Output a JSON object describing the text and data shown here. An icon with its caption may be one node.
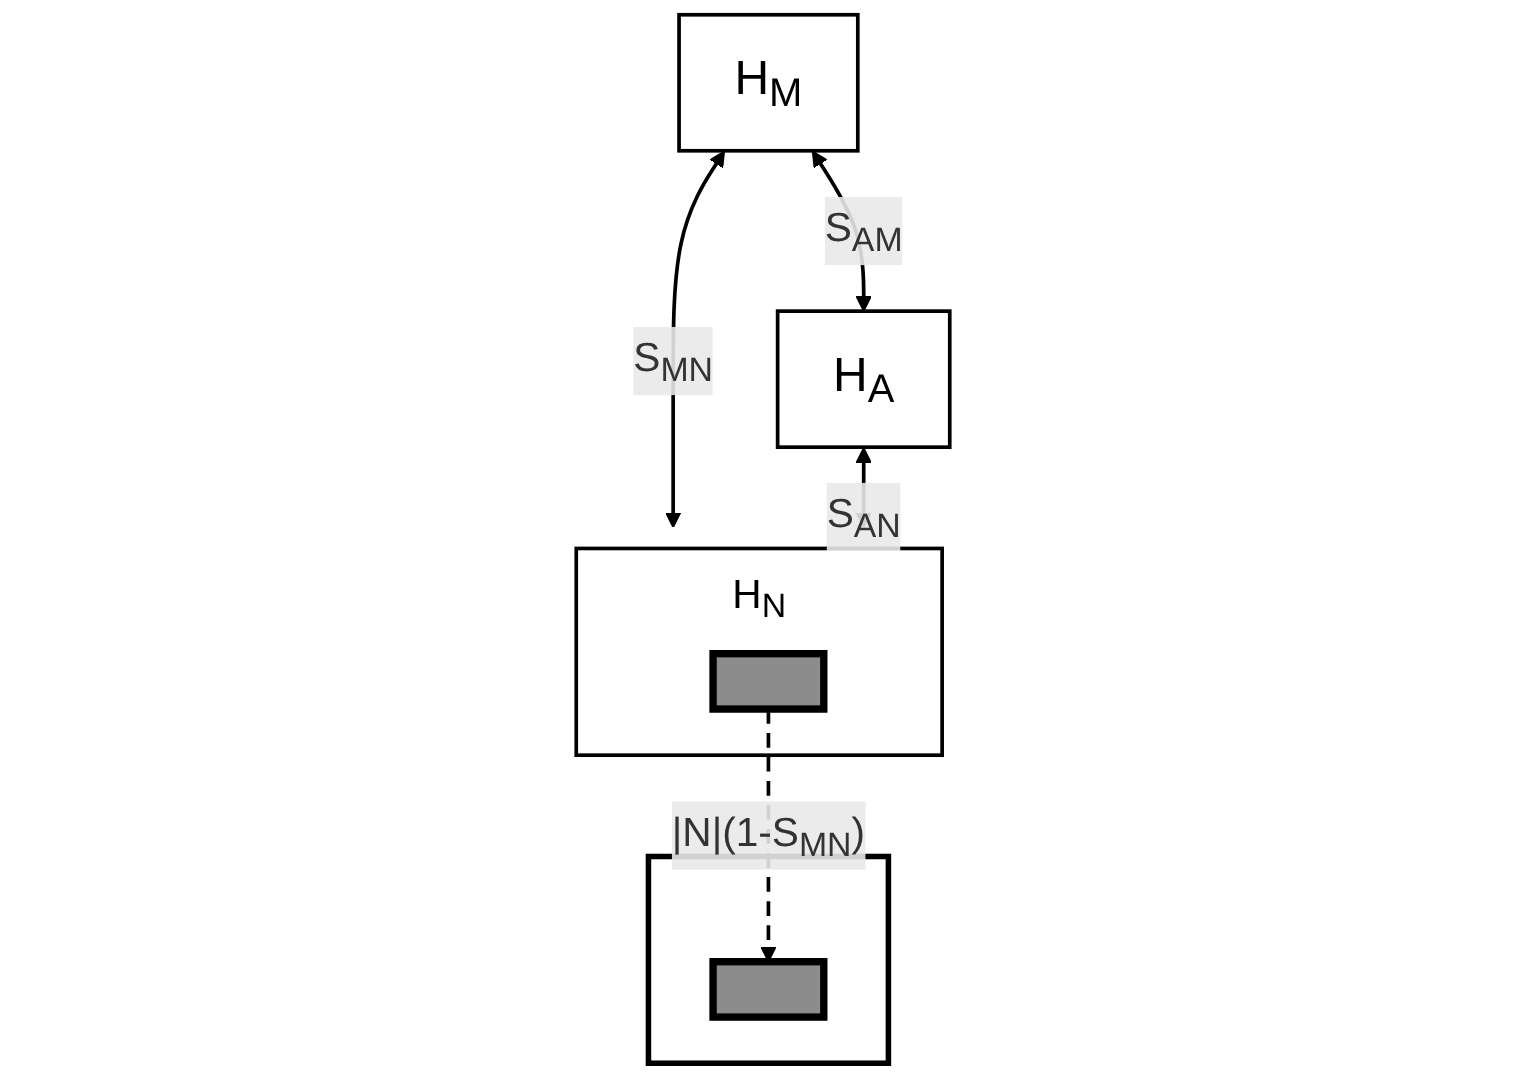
{
  "diagram": {
    "nodes": [
      {
        "text": [
          "H$_{M}$"
        ]
      },
      {
        "text": [
          "H$_{A}$"
        ]
      },
      {
        "text": [],
        "shape": "picture"
      },
      {
        "text": [],
        "shape": "box",
        "in": 2
      },
      {
        "text": [
          "H$_{N}$"
        ]
      },
      {
        "text": [],
        "shape": "box",
        "in": 4
      }
    ],
    "edges": [
      {
        "from": 0,
        "to": 1,
        "arrow": "both",
        "label": "S$_{AM}$"
      },
      {
        "from": 0,
        "to": 4,
        "arrow": "both",
        "label": "S$_{MN}$"
      },
      {
        "from": 5,
        "to": 3,
        "arrow": "to",
        "style": "dashed",
        "label": "|N|(1-S$_{MN}$)"
      },
      {
        "from": 1,
        "to": 4,
        "arrow": "both",
        "label": "S$_{AN}$"
      }
    ]
  }
}
